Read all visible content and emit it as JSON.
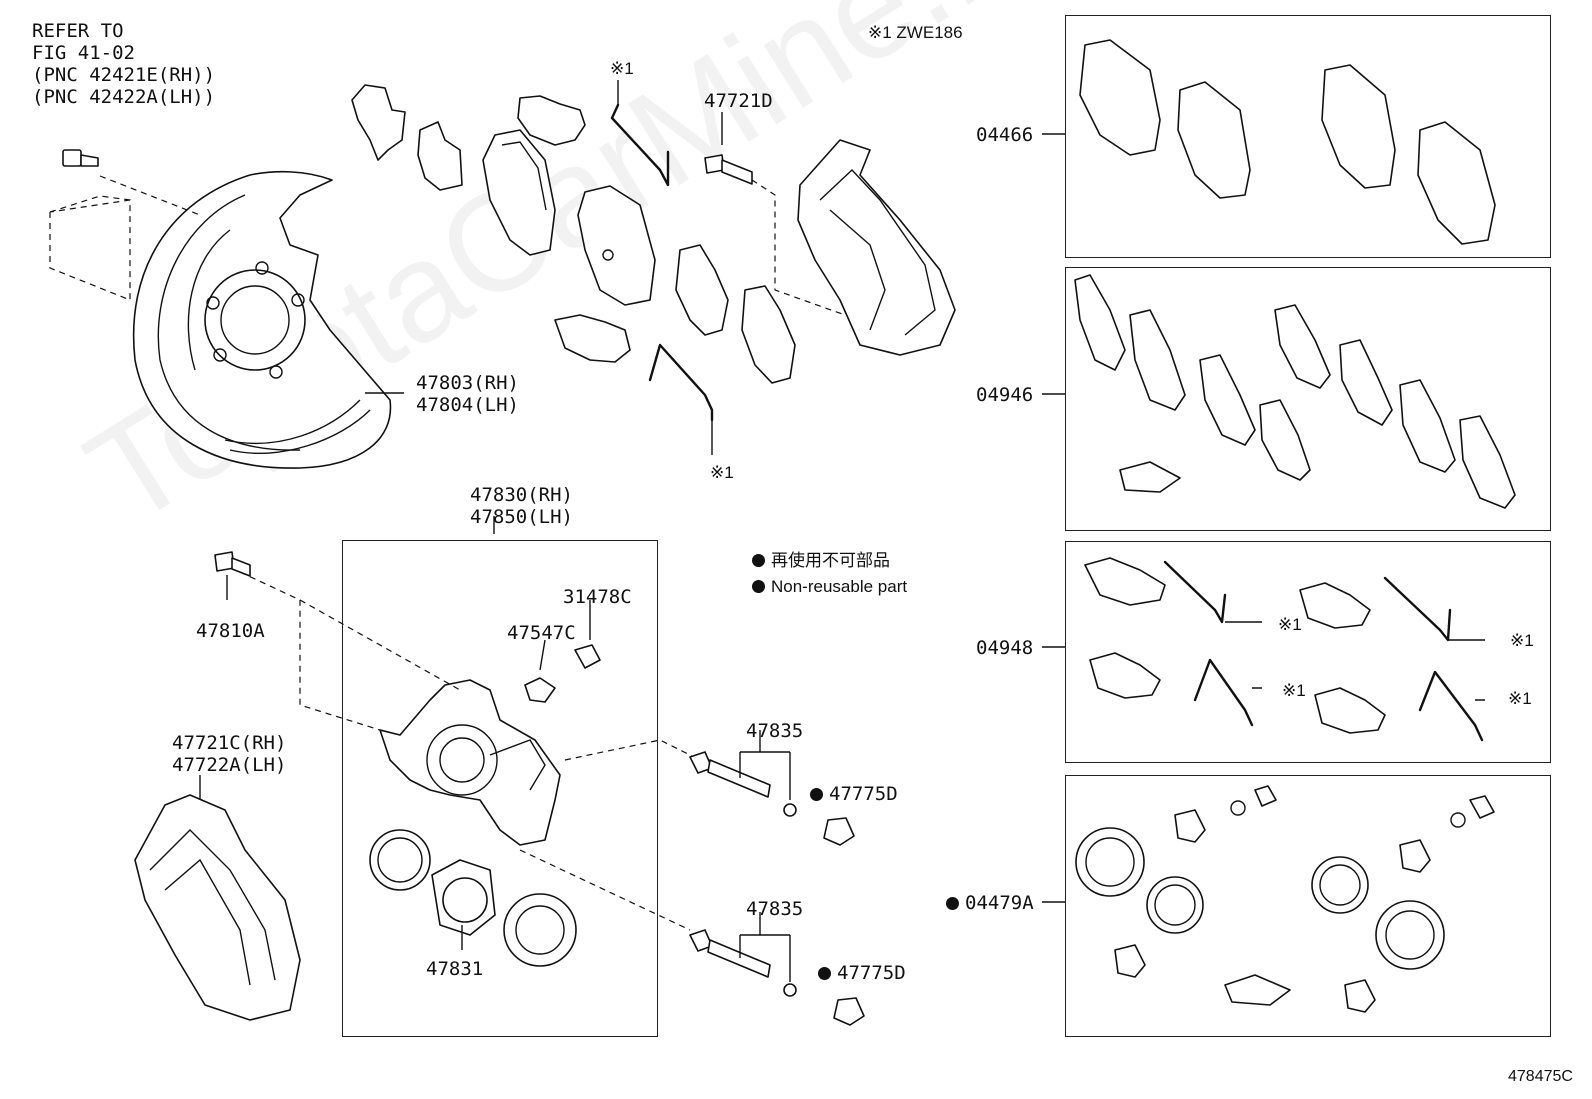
{
  "diagram": {
    "notes": {
      "refer_to": "REFER TO",
      "fig": "FIG 41-02",
      "pnc_rh": "(PNC 42421E(RH))",
      "pnc_lh": "(PNC 42422A(LH))",
      "variant_note": "※1 ZWE186",
      "legend_jp": "再使用不可部品",
      "legend_en": "Non-reusable part",
      "diagram_code": "478475C",
      "watermark": "ToyotaCarMine.ru"
    },
    "marks": {
      "x1_a": "※1",
      "x1_b": "※1",
      "x1_c": "※1",
      "x1_d": "※1",
      "x1_e": "※1",
      "x1_f": "※1"
    },
    "parts": {
      "p47721D": "47721D",
      "p47803": "47803(RH)",
      "p47804": "47804(LH)",
      "p47830": "47830(RH)",
      "p47850": "47850(LH)",
      "p47810A": "47810A",
      "p31478C": "31478C",
      "p47547C": "47547C",
      "p47721C": "47721C(RH)",
      "p47722A": "47722A(LH)",
      "p47835a": "47835",
      "p47835b": "47835",
      "p47775Da": "47775D",
      "p47775Db": "47775D",
      "p47831": "47831"
    },
    "kits": {
      "k04466": "04466",
      "k04946": "04946",
      "k04948": "04948",
      "k04479A": "04479A"
    }
  }
}
